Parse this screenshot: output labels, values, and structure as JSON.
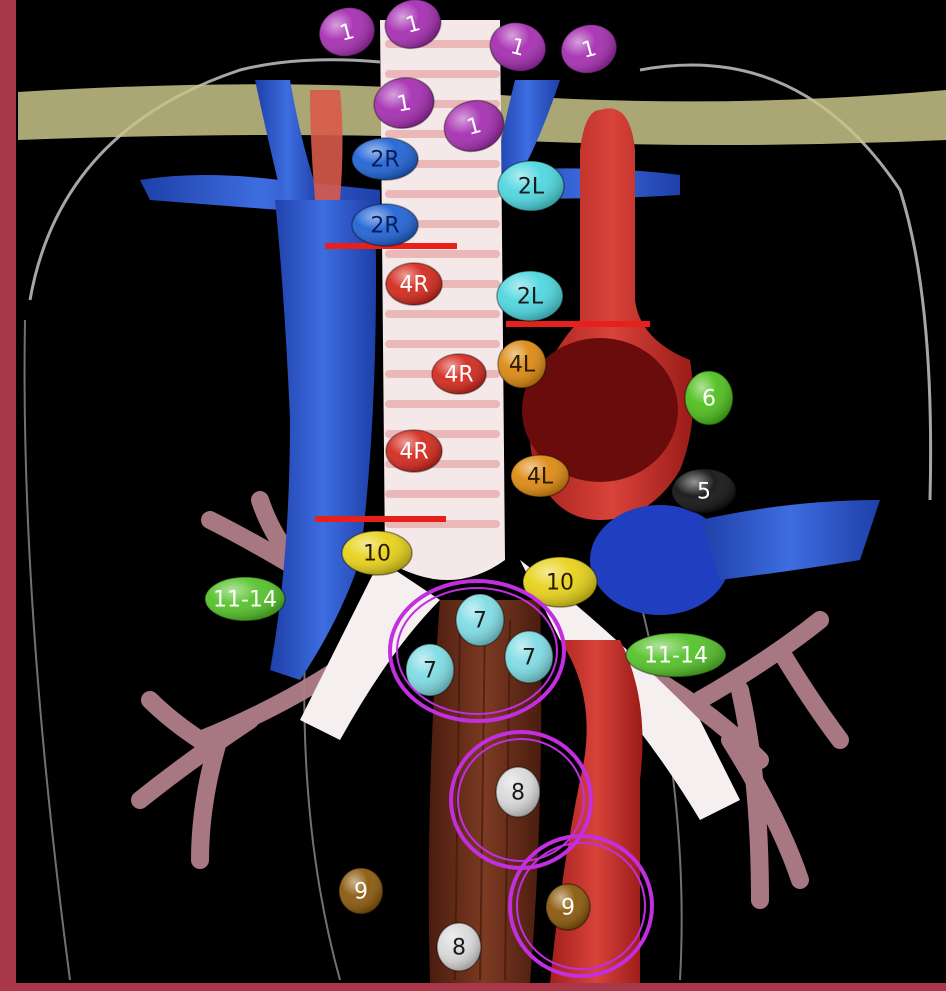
{
  "colors": {
    "frame": "#a8374a",
    "background": "#000000",
    "trachea": "#f2dede",
    "vein": "#2f57c9",
    "aorta": "#c9302c",
    "esophagus": "#6b2e1a",
    "brachial_band": "#c8c48a",
    "bronchi": "#b07f8a",
    "boundary_line": "#e8201c",
    "highlight_circle": "#c22ee0"
  },
  "stations": {
    "s1": "1",
    "s2R": "2R",
    "s2L": "2L",
    "s4R": "4R",
    "s4L": "4L",
    "s5": "5",
    "s6": "6",
    "s7": "7",
    "s8": "8",
    "s9": "9",
    "s10": "10",
    "s11_14": "11-14"
  },
  "station_colors": {
    "s1": "#a62fb2",
    "s2R": "#2164d6",
    "s2L": "#4fd7e0",
    "s4R": "#d42a1e",
    "s4L": "#dd8a12",
    "s5": "#141414",
    "s6": "#4fbf1e",
    "s7": "#7fdce4",
    "s8": "#d9d9d9",
    "s9": "#8b5a0c",
    "s10": "#e8d21a",
    "s11_14": "#55c22a"
  }
}
